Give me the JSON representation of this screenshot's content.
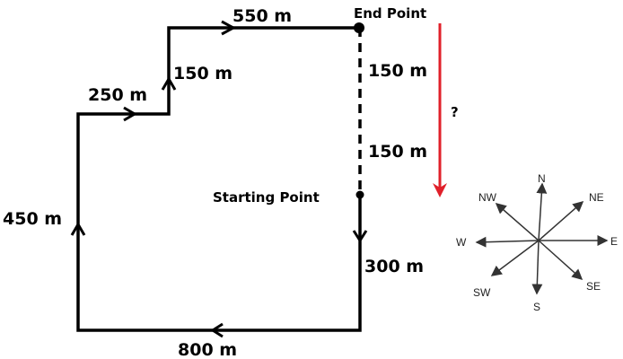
{
  "diagram": {
    "segments": {
      "s300": "300 m",
      "s800": "800 m",
      "s450": "450 m",
      "s250": "250 m",
      "s150": "150 m",
      "s550": "550 m",
      "d150a": "150 m",
      "d150b": "150 m"
    },
    "points": {
      "start": "Starting Point",
      "end": "End Point"
    },
    "unknown": "?",
    "colors": {
      "path": "#000000",
      "answer_arrow": "#e0202a"
    }
  },
  "compass": {
    "n": "N",
    "ne": "NE",
    "e": "E",
    "se": "SE",
    "s": "S",
    "sw": "SW",
    "w": "W",
    "nw": "NW"
  }
}
